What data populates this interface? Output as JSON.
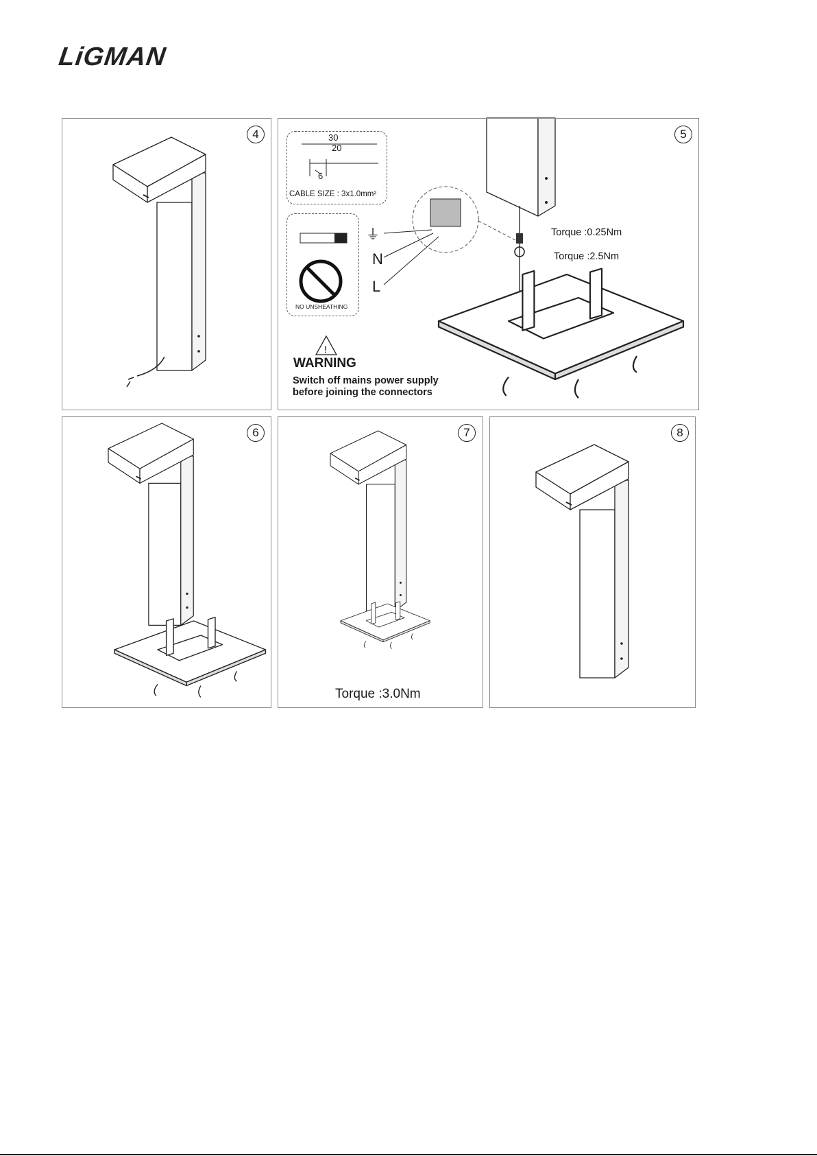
{
  "logo": "LiGMAN",
  "steps": [
    "4",
    "5",
    "6",
    "7",
    "8"
  ],
  "step5": {
    "dims": {
      "d30": "30",
      "d20": "20",
      "d6": "6"
    },
    "cable_size": "CABLE SIZE : 3x1.0mm²",
    "no_unsheathing": "NO UNSHEATHING",
    "labels": {
      "earth": "⏚",
      "neutral": "N",
      "live": "L"
    },
    "torque_small": "Torque :0.25Nm",
    "torque_large": "Torque :2.5Nm",
    "warning_title": "WARNING",
    "warning_line1": "Switch off mains power supply",
    "warning_line2": "before joining the connectors"
  },
  "step7": {
    "torque": "Torque :3.0Nm"
  }
}
